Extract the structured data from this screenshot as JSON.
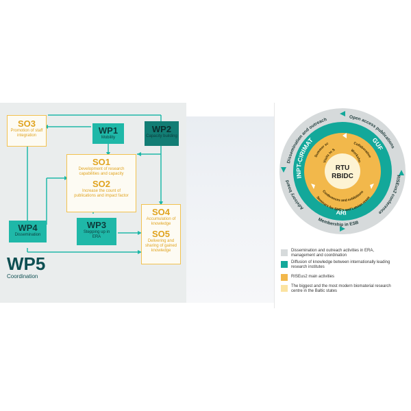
{
  "left_diagram": {
    "so3": {
      "code": "SO3",
      "text": "Promotion of staff integration"
    },
    "wp1": {
      "code": "WP1",
      "text": "Mobility"
    },
    "wp2": {
      "code": "WP2",
      "text": "Capacity building"
    },
    "so1": {
      "code": "SO1",
      "text": "Development of research capabilities and capacity"
    },
    "so2": {
      "code": "SO2",
      "text": "Increase the count of publications and impact factor"
    },
    "so4": {
      "code": "SO4",
      "text": "Accumulation of knowledge"
    },
    "so5": {
      "code": "SO5",
      "text": "Delivering and sharing of gained knowledge"
    },
    "wp4": {
      "code": "WP4",
      "text": "Dissemination"
    },
    "wp3": {
      "code": "WP3",
      "text": "Stepping up in ERA"
    },
    "wp5": {
      "code": "WP5",
      "text": "Coordination"
    },
    "colors": {
      "teal": "#1fb8a8",
      "dark_teal": "#127d74",
      "gold": "#f2c14e",
      "wp5_text": "#0e4f52"
    }
  },
  "circle_diagram": {
    "center": {
      "line1": "RTU",
      "line2": "RBIDC"
    },
    "outer_ring": {
      "top_left": "Dissemination and outreach",
      "top_right": "Open access publications",
      "right": "RISEus2 conference",
      "bottom": "Membership in ESB",
      "left": "Advisory board"
    },
    "teal_ring": {
      "left": "INPT-CIRIMAT",
      "right": "GUF",
      "bottom": "ARI"
    },
    "inner_ring": {
      "summer_schools": "Summer schools",
      "visits": "Visits to SME's",
      "collab": "Collaborative visits",
      "workshops": "Workshops",
      "conferences": "Conferences and exhibitions",
      "seminars": "Seminars for SME's and Latvian researchers"
    },
    "colors": {
      "outer": "#d6dadb",
      "teal": "#13a89a",
      "orange": "#f2b84b",
      "center": "#fdf3d3"
    }
  },
  "legend": [
    {
      "color": "#d6dadb",
      "text": "Dissemination and outreach activities in ERA, management and coordination"
    },
    {
      "color": "#13a89a",
      "text": "Diffusion of knowledge between internationally leading research institutes"
    },
    {
      "color": "#f2b84b",
      "text": "RISEus2 main activities"
    },
    {
      "color": "#fbe3a1",
      "text": "The biggest and the most modern biomaterial research centre in the Baltic states"
    }
  ]
}
